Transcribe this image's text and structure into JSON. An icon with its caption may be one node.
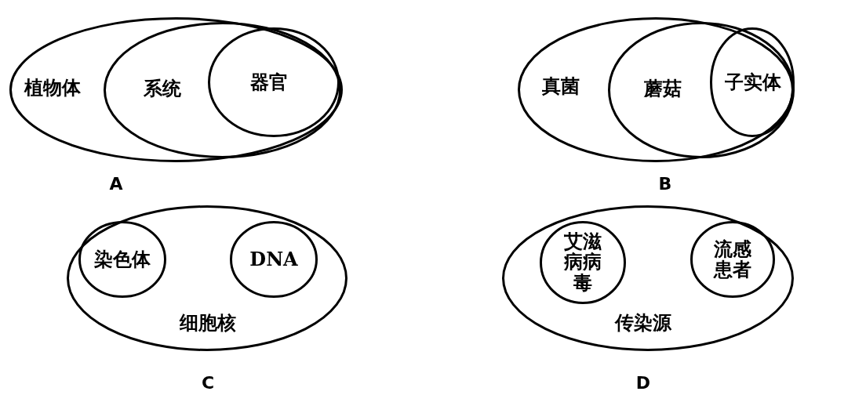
{
  "diagram": {
    "nodes": [
      {
        "text": [
          "植物体"
        ]
      },
      {
        "text": [
          "系统"
        ],
        "in": 0
      },
      {
        "text": [
          "器官"
        ],
        "in": 1
      },
      {
        "text": [
          "真菌"
        ]
      },
      {
        "text": [
          "蘑菇"
        ],
        "in": 3
      },
      {
        "text": [
          "子实体"
        ],
        "in": 4
      },
      {
        "text": [
          "细胞核"
        ]
      },
      {
        "text": [
          "染色体"
        ],
        "in": 6
      },
      {
        "text": [
          "DNA"
        ],
        "in": 6
      },
      {
        "text": [
          "传染源"
        ]
      },
      {
        "text": [
          "艾滋病病毒"
        ],
        "in": 9
      },
      {
        "text": [
          "流感患者"
        ],
        "in": 9
      }
    ],
    "labels": [
      "A",
      "B",
      "C",
      "D"
    ]
  }
}
